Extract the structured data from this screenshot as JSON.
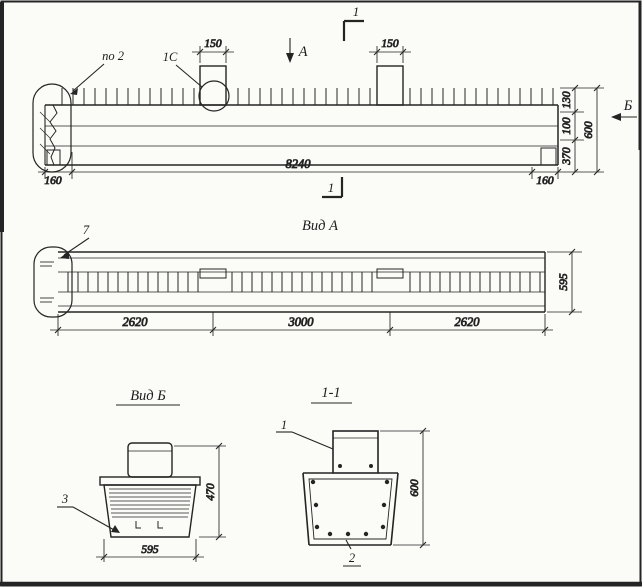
{
  "elevation": {
    "label_po2": "по 2",
    "label_1c": "1С",
    "dim_plate_left": "150",
    "dim_plate_right": "150",
    "section_mark_top": "1",
    "section_mark_bottom": "1",
    "view_arrow_a": "А",
    "view_arrow_b": "Б",
    "dim_h1": "130",
    "dim_h2": "100",
    "dim_h3": "370",
    "dim_total_height": "600",
    "dim_left_overhang": "160",
    "dim_length": "8240",
    "dim_right_overhang": "160"
  },
  "view_a": {
    "title": "Вид А",
    "label_7": "7",
    "dim_seg1": "2620",
    "dim_seg2": "3000",
    "dim_seg3": "2620",
    "dim_width": "595"
  },
  "view_b": {
    "title": "Вид Б",
    "label_3": "3",
    "dim_height": "470",
    "dim_width": "595"
  },
  "section": {
    "title": "1-1",
    "label_1": "1",
    "label_2": "2",
    "dim_height": "600"
  }
}
